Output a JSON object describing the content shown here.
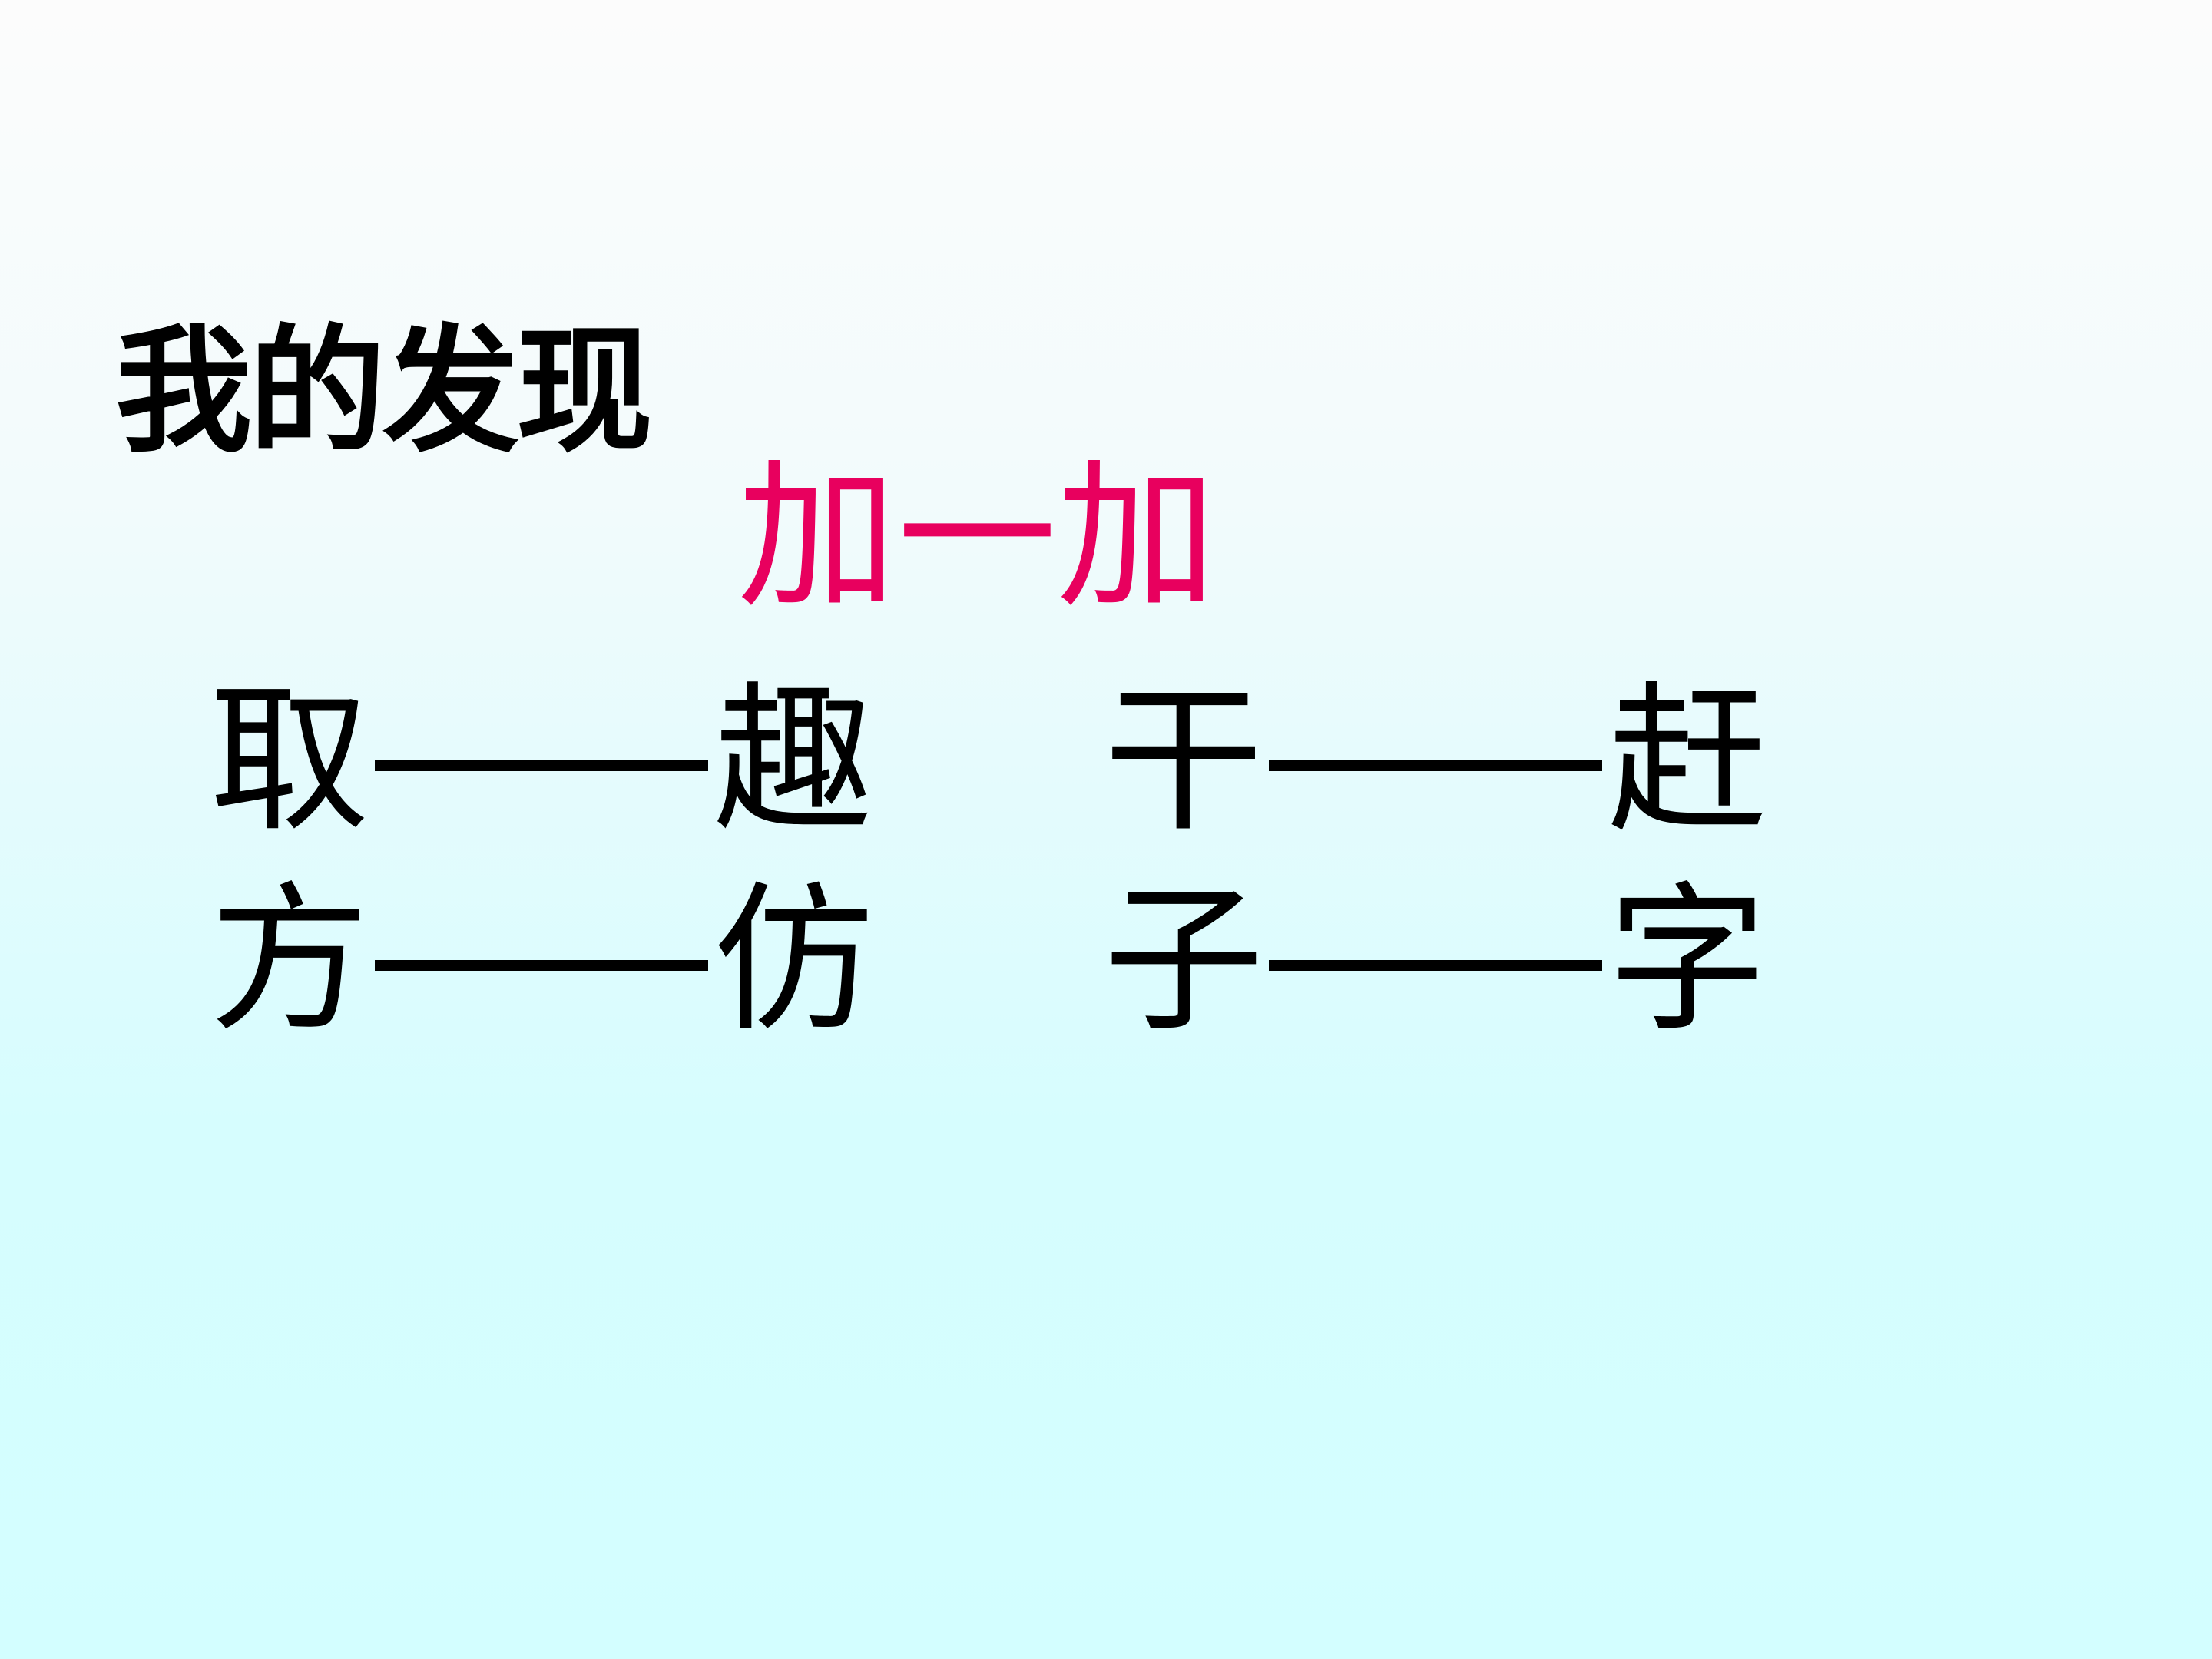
{
  "slide": {
    "heading": "我的发现",
    "subtitle": "加一加",
    "accent_color": "#e8005e",
    "pairs": [
      {
        "base": "取",
        "result": "趣"
      },
      {
        "base": "干",
        "result": "赶"
      },
      {
        "base": "方",
        "result": "仿"
      },
      {
        "base": "子",
        "result": "字"
      }
    ]
  }
}
